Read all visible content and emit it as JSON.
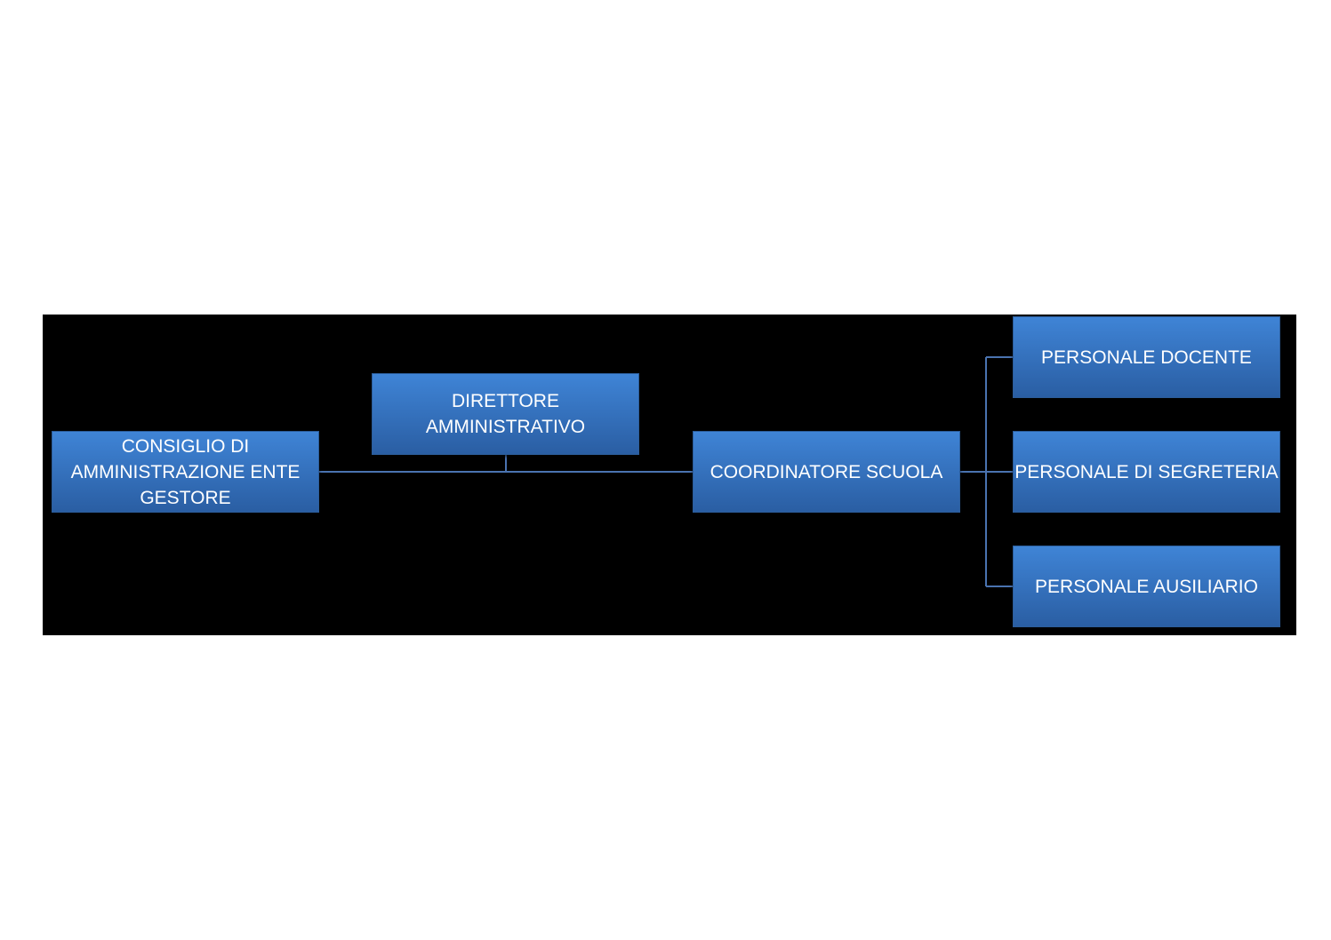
{
  "diagram": {
    "nodes": {
      "consiglio": "CONSIGLIO DI AMMINISTRAZIONE ENTE GESTORE",
      "direttore": "DIRETTORE AMMINISTRATIVO",
      "coordinatore": "COORDINATORE SCUOLA",
      "docente": "PERSONALE DOCENTE",
      "segreteria": "PERSONALE DI SEGRETERIA",
      "ausiliario": "PERSONALE AUSILIARIO"
    },
    "edges": [
      [
        "consiglio",
        "coordinatore"
      ],
      [
        "direttore",
        "coordinatore"
      ],
      [
        "coordinatore",
        "docente"
      ],
      [
        "coordinatore",
        "segreteria"
      ],
      [
        "coordinatore",
        "ausiliario"
      ]
    ]
  },
  "colors": {
    "page_background": "#ffffff",
    "diagram_background": "#000000",
    "node_fill_top": "#3f84d6",
    "node_fill_bottom": "#2a5ea3",
    "node_text": "#ffffff",
    "connector": "#4a73b0"
  }
}
